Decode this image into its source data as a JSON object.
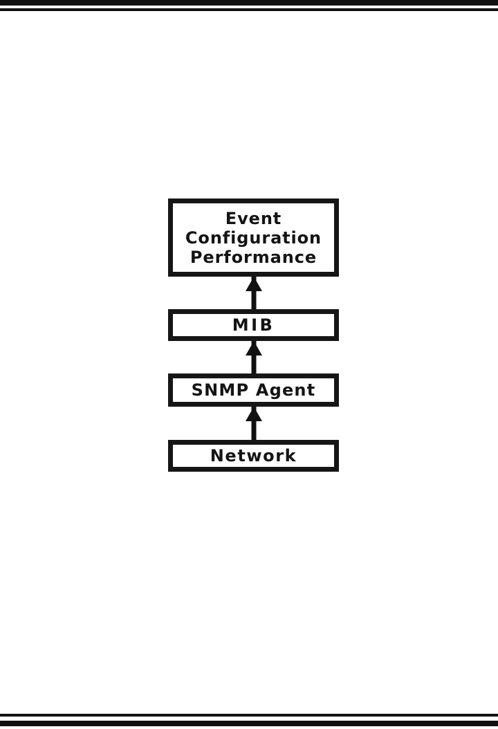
{
  "page": {
    "background_color": "#ffffff",
    "ink_color": "#111111"
  },
  "rules": {
    "top_thick": "",
    "top_thin": "",
    "bottom_thin": "",
    "bottom_thick": ""
  },
  "diagram": {
    "type": "flow-stack",
    "direction": "bottom-to-top",
    "nodes": [
      {
        "id": "applications",
        "label": "Event\nConfiguration\nPerformance"
      },
      {
        "id": "mib",
        "label": "MIB"
      },
      {
        "id": "snmp-agent",
        "label": "SNMP Agent"
      },
      {
        "id": "network",
        "label": "Network"
      }
    ],
    "connectors": [
      {
        "id": "network-to-agent",
        "icon": "arrow-up-icon",
        "from": "network",
        "to": "snmp-agent"
      },
      {
        "id": "agent-to-mib",
        "icon": "arrow-up-icon",
        "from": "snmp-agent",
        "to": "mib"
      },
      {
        "id": "mib-to-apps",
        "icon": "arrow-up-icon",
        "from": "mib",
        "to": "applications"
      }
    ]
  }
}
